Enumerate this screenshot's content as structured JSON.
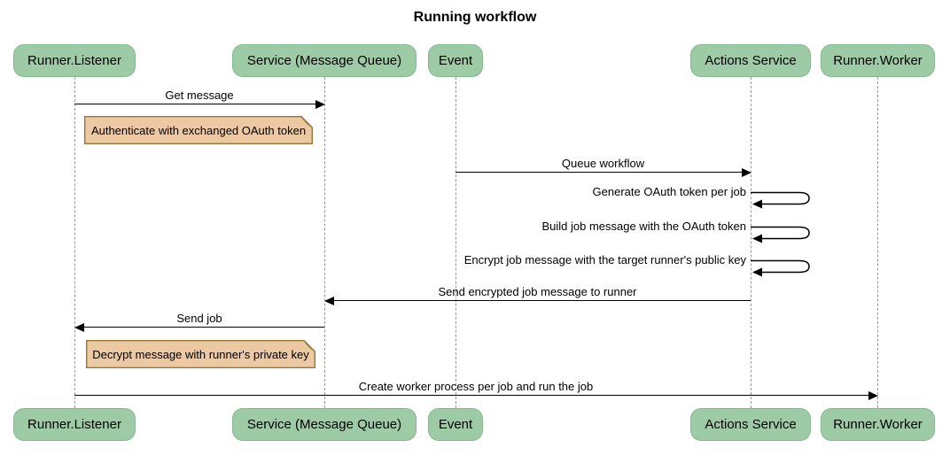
{
  "title": "Running workflow",
  "participants": [
    {
      "id": "runner-listener",
      "name": "Runner.Listener"
    },
    {
      "id": "service-message-queue",
      "name": "Service (Message Queue)"
    },
    {
      "id": "event",
      "name": "Event"
    },
    {
      "id": "actions-service",
      "name": "Actions Service"
    },
    {
      "id": "runner-worker",
      "name": "Runner.Worker"
    }
  ],
  "messages": [
    {
      "type": "arrow",
      "from": "Runner.Listener",
      "to": "Service (Message Queue)",
      "label": "Get message"
    },
    {
      "type": "note",
      "over": "Runner.Listener / Service (Message Queue)",
      "label": "Authenticate with exchanged OAuth token"
    },
    {
      "type": "arrow",
      "from": "Event",
      "to": "Actions Service",
      "label": "Queue workflow"
    },
    {
      "type": "self",
      "on": "Actions Service",
      "label": "Generate OAuth token per job"
    },
    {
      "type": "self",
      "on": "Actions Service",
      "label": "Build job message with the OAuth token"
    },
    {
      "type": "self",
      "on": "Actions Service",
      "label": "Encrypt job message with the target runner's public key"
    },
    {
      "type": "arrow",
      "from": "Actions Service",
      "to": "Service (Message Queue)",
      "label": "Send encrypted job message to runner"
    },
    {
      "type": "arrow",
      "from": "Service (Message Queue)",
      "to": "Runner.Listener",
      "label": "Send job"
    },
    {
      "type": "note",
      "over": "Runner.Listener / Service (Message Queue)",
      "label": "Decrypt message with runner's private key"
    },
    {
      "type": "arrow",
      "from": "Runner.Listener",
      "to": "Runner.Worker",
      "label": "Create worker process per job and run the job"
    }
  ],
  "colors": {
    "participant_fill": "#9dcba6",
    "participant_border": "#84b98e",
    "note_fill": "#ecc9a3",
    "note_border": "#9a7633",
    "lifeline": "#999999",
    "arrow": "#000000",
    "text": "#000000",
    "background": "#ffffff"
  }
}
